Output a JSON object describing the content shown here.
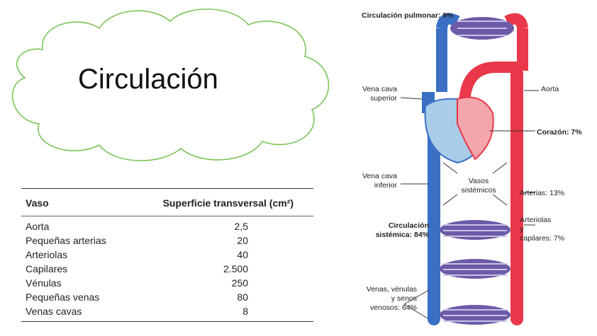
{
  "title": "Circulación",
  "table": {
    "headers": [
      "Vaso",
      "Superficie transversal (cm²)"
    ],
    "rows": [
      {
        "vessel": "Aorta",
        "area": "2,5"
      },
      {
        "vessel": "Pequeñas arterias",
        "area": "20"
      },
      {
        "vessel": "Arteriolas",
        "area": "40"
      },
      {
        "vessel": "Capilares",
        "area": "2.500"
      },
      {
        "vessel": "Vénulas",
        "area": "250"
      },
      {
        "vessel": "Pequeñas venas",
        "area": "80"
      },
      {
        "vessel": "Venas cavas",
        "area": "8"
      }
    ]
  },
  "diagram": {
    "pulmonary": "Circulación pulmonar: 9%",
    "vena_cava_superior": [
      "Vena cava",
      "superior"
    ],
    "aorta": "Aorta",
    "heart": "Corazón: 7%",
    "vena_cava_inferior": [
      "Vena cava",
      "inferior"
    ],
    "vasos_sistemicos": [
      "Vasos",
      "sistémicos"
    ],
    "arteries": "Arterias: 13%",
    "systemic": [
      "Circulación",
      "sistémica: 84%"
    ],
    "arterioles": [
      "Arteriolas",
      "y",
      "capilares: 7%"
    ],
    "veins": [
      "Venas, vénulas",
      "y senos",
      "venosos: 64%"
    ],
    "colors": {
      "artery": "#e8384a",
      "vein": "#3a6fc4",
      "heart_left": "#f4a6ad",
      "heart_right": "#a9cde8",
      "cloud": "#7cc35a"
    }
  }
}
